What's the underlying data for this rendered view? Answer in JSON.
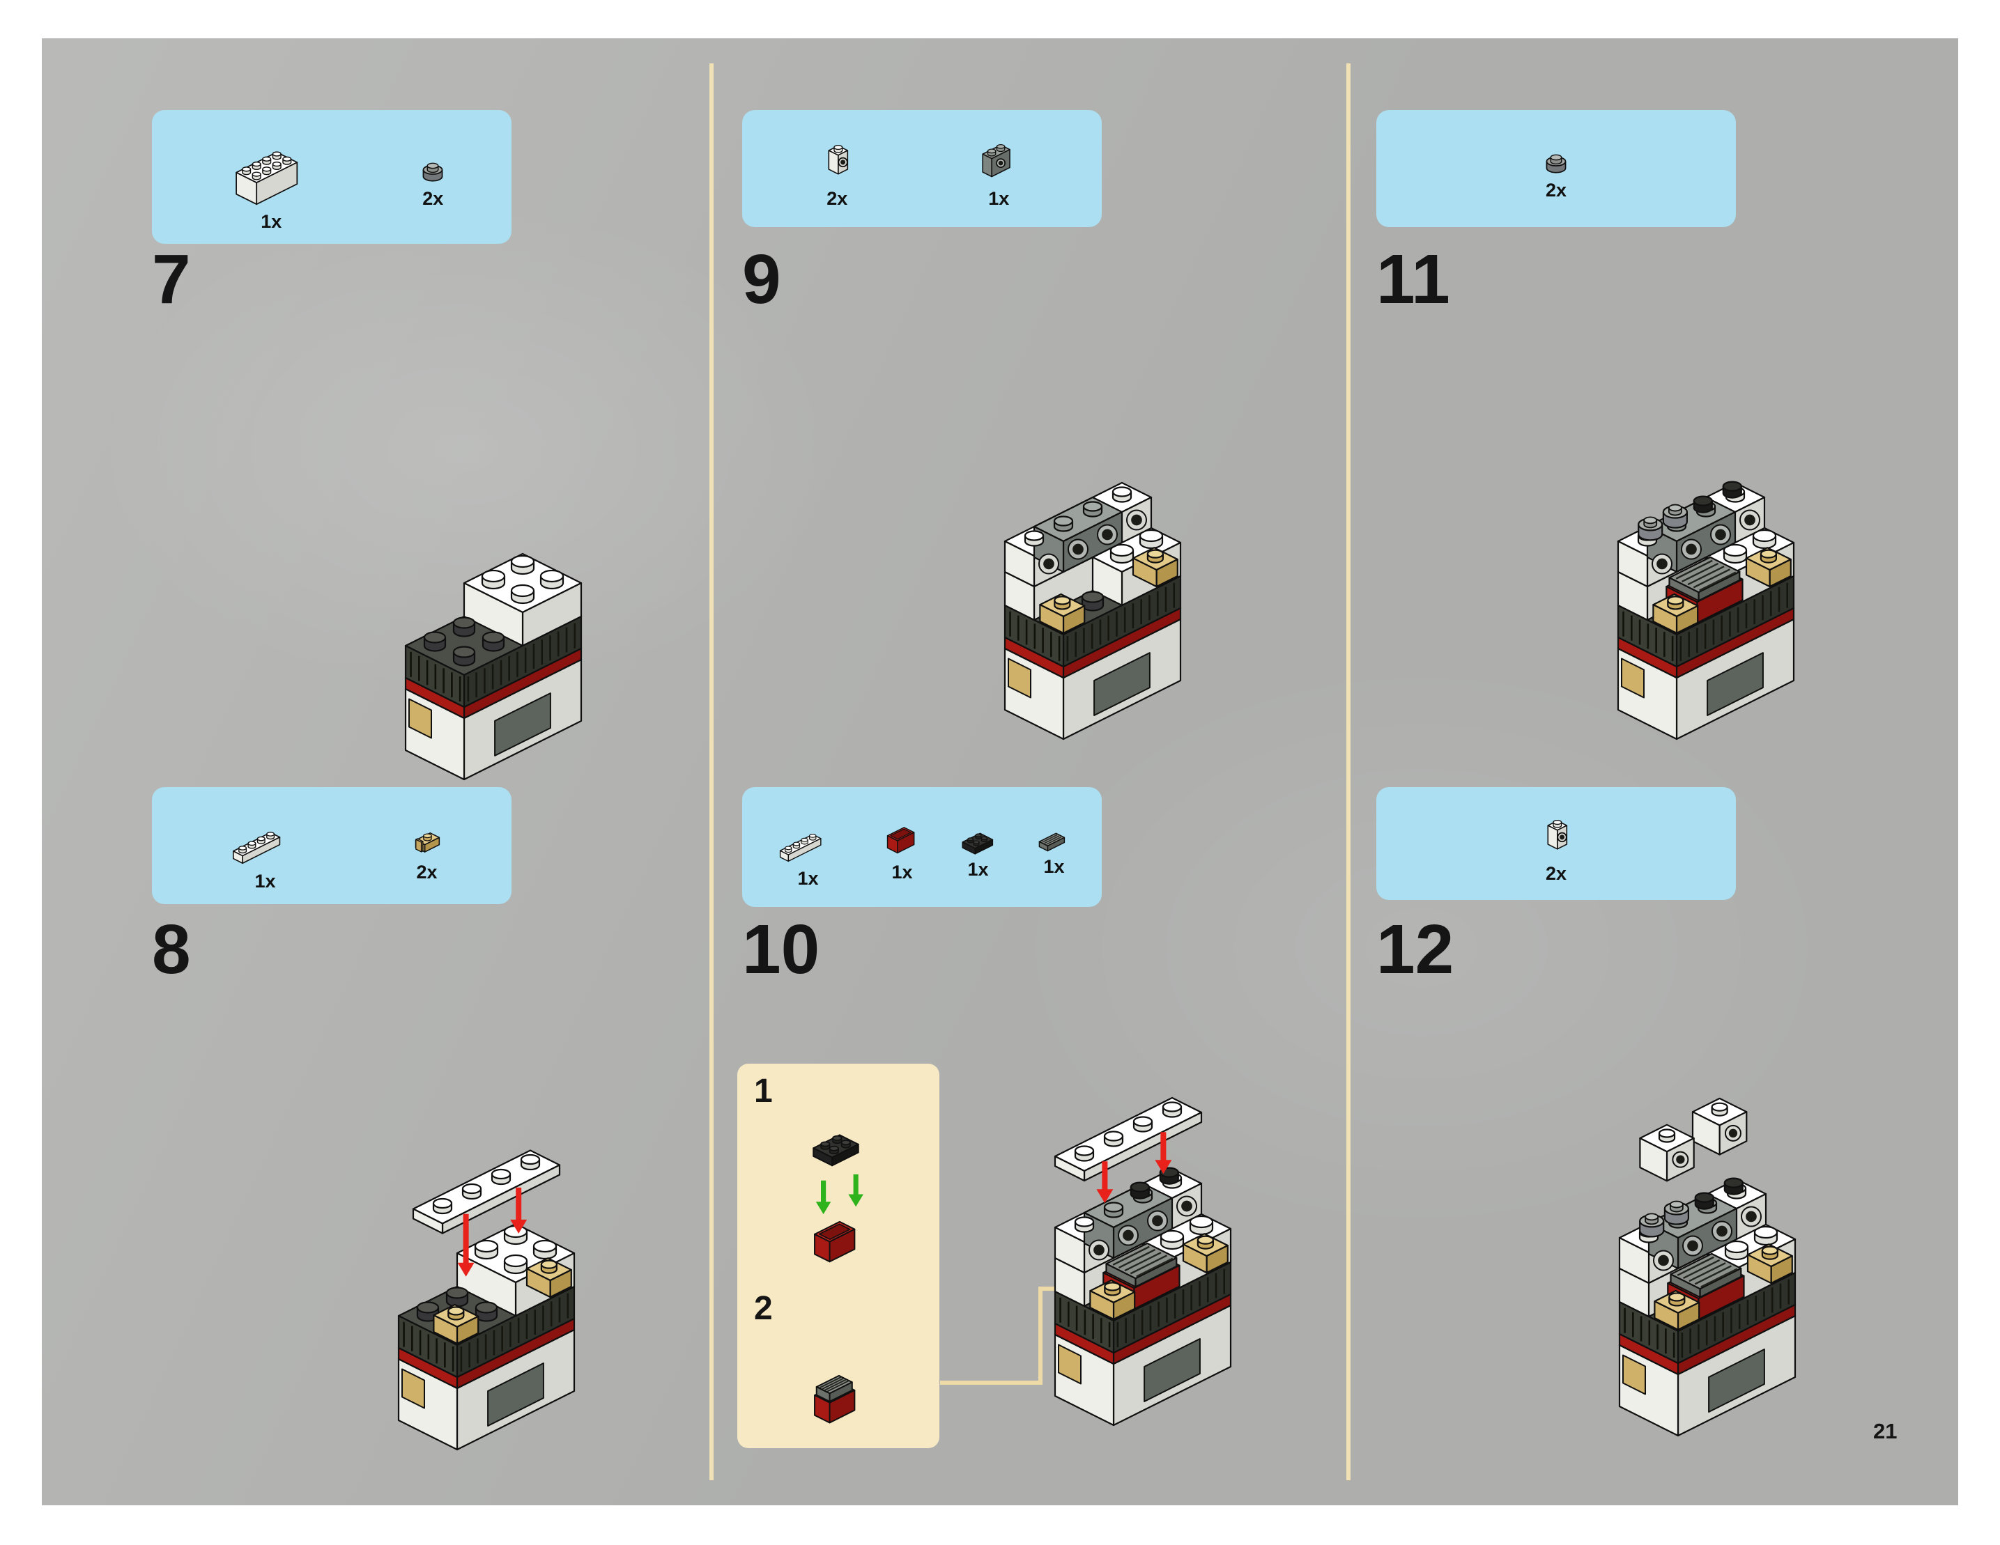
{
  "page": {
    "number": "21"
  },
  "colors": {
    "page_background": "#b5b6b4",
    "callout_background": "#abdff1",
    "subassembly_background": "#f7e9c3",
    "divider": "#f0e2b4",
    "arrow_red": "#e8211a",
    "arrow_green": "#2fb31d"
  },
  "steps": [
    {
      "id": "7",
      "parts": [
        {
          "name": "brick-2x4-white",
          "count": "1x"
        },
        {
          "name": "round-plate-1x1-gray",
          "count": "2x"
        }
      ]
    },
    {
      "id": "8",
      "parts": [
        {
          "name": "plate-1x4-white",
          "count": "1x"
        },
        {
          "name": "bracket-1x1-tan",
          "count": "2x"
        }
      ]
    },
    {
      "id": "9",
      "parts": [
        {
          "name": "technic-brick-1x1-white",
          "count": "2x"
        },
        {
          "name": "technic-brick-1x2-dark-gray",
          "count": "1x"
        }
      ]
    },
    {
      "id": "10",
      "parts": [
        {
          "name": "plate-1x4-white",
          "count": "1x"
        },
        {
          "name": "container-1x2-red",
          "count": "1x"
        },
        {
          "name": "plate-modified-black",
          "count": "1x"
        },
        {
          "name": "grille-1x2-dark-gray",
          "count": "1x"
        }
      ],
      "substeps": [
        {
          "id": "1"
        },
        {
          "id": "2"
        }
      ]
    },
    {
      "id": "11",
      "parts": [
        {
          "name": "round-plate-1x1-gray",
          "count": "2x"
        }
      ]
    },
    {
      "id": "12",
      "parts": [
        {
          "name": "technic-brick-1x1-white",
          "count": "2x"
        }
      ]
    }
  ]
}
